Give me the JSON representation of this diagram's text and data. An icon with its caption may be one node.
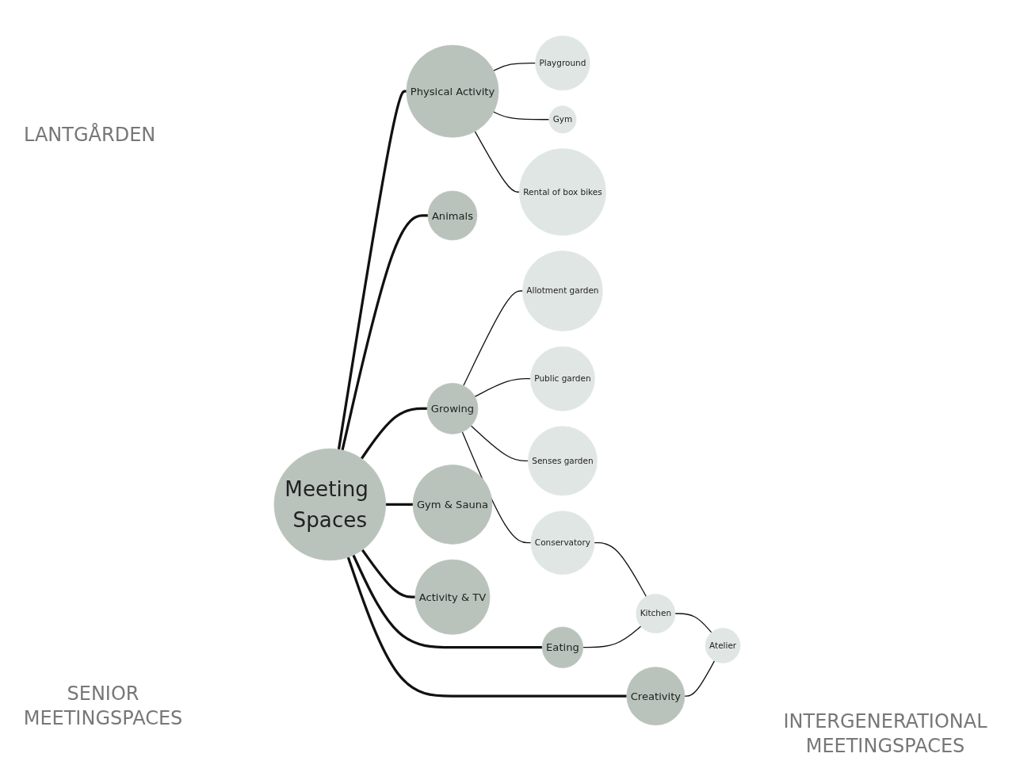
{
  "diagram": {
    "nodes": [
      {
        "text": [
          "Meeting Spaces"
        ]
      },
      {
        "text": [
          "Physical Activity"
        ]
      },
      {
        "text": [
          "Playground"
        ]
      },
      {
        "text": [
          "Gym"
        ]
      },
      {
        "text": [
          "Rental of box bikes"
        ]
      },
      {
        "text": [
          "Animals"
        ]
      },
      {
        "text": [
          "Growing"
        ]
      },
      {
        "text": [
          "Allotment garden"
        ]
      },
      {
        "text": [
          "Public garden"
        ]
      },
      {
        "text": [
          "Senses garden"
        ]
      },
      {
        "text": [
          "Conservatory"
        ]
      },
      {
        "text": [
          "Eating"
        ]
      },
      {
        "text": [
          "Kitchen"
        ]
      },
      {
        "text": [
          "Creativity"
        ]
      },
      {
        "text": [
          "Atelier"
        ]
      },
      {
        "text": [
          "Gym & Sauna"
        ]
      },
      {
        "text": [
          "Activity & TV"
        ]
      }
    ],
    "edges": [
      {
        "from": 0,
        "to": 1,
        "arrow": "none",
        "style": "thick"
      },
      {
        "from": 0,
        "to": 5,
        "arrow": "none",
        "style": "thick"
      },
      {
        "from": 0,
        "to": 6,
        "arrow": "none",
        "style": "thick"
      },
      {
        "from": 0,
        "to": 11,
        "arrow": "none",
        "style": "thick"
      },
      {
        "from": 0,
        "to": 13,
        "arrow": "none",
        "style": "thick"
      },
      {
        "from": 0,
        "to": 15,
        "arrow": "none",
        "style": "thick"
      },
      {
        "from": 0,
        "to": 16,
        "arrow": "none",
        "style": "thick"
      },
      {
        "from": 1,
        "to": 2,
        "arrow": "none"
      },
      {
        "from": 1,
        "to": 3,
        "arrow": "none"
      },
      {
        "from": 1,
        "to": 4,
        "arrow": "none"
      },
      {
        "from": 6,
        "to": 7,
        "arrow": "none"
      },
      {
        "from": 6,
        "to": 8,
        "arrow": "none"
      },
      {
        "from": 6,
        "to": 9,
        "arrow": "none"
      },
      {
        "from": 6,
        "to": 10,
        "arrow": "none"
      },
      {
        "from": 10,
        "to": 12,
        "arrow": "none"
      },
      {
        "from": 11,
        "to": 12,
        "arrow": "none"
      },
      {
        "from": 12,
        "to": 14,
        "arrow": "none"
      },
      {
        "from": 13,
        "to": 14,
        "arrow": "none"
      }
    ],
    "labels": [
      "LANTGÅRDEN",
      "SENIOR MEETINGSPACES",
      "INTERGENERATIONAL MEETINGSPACES"
    ]
  }
}
